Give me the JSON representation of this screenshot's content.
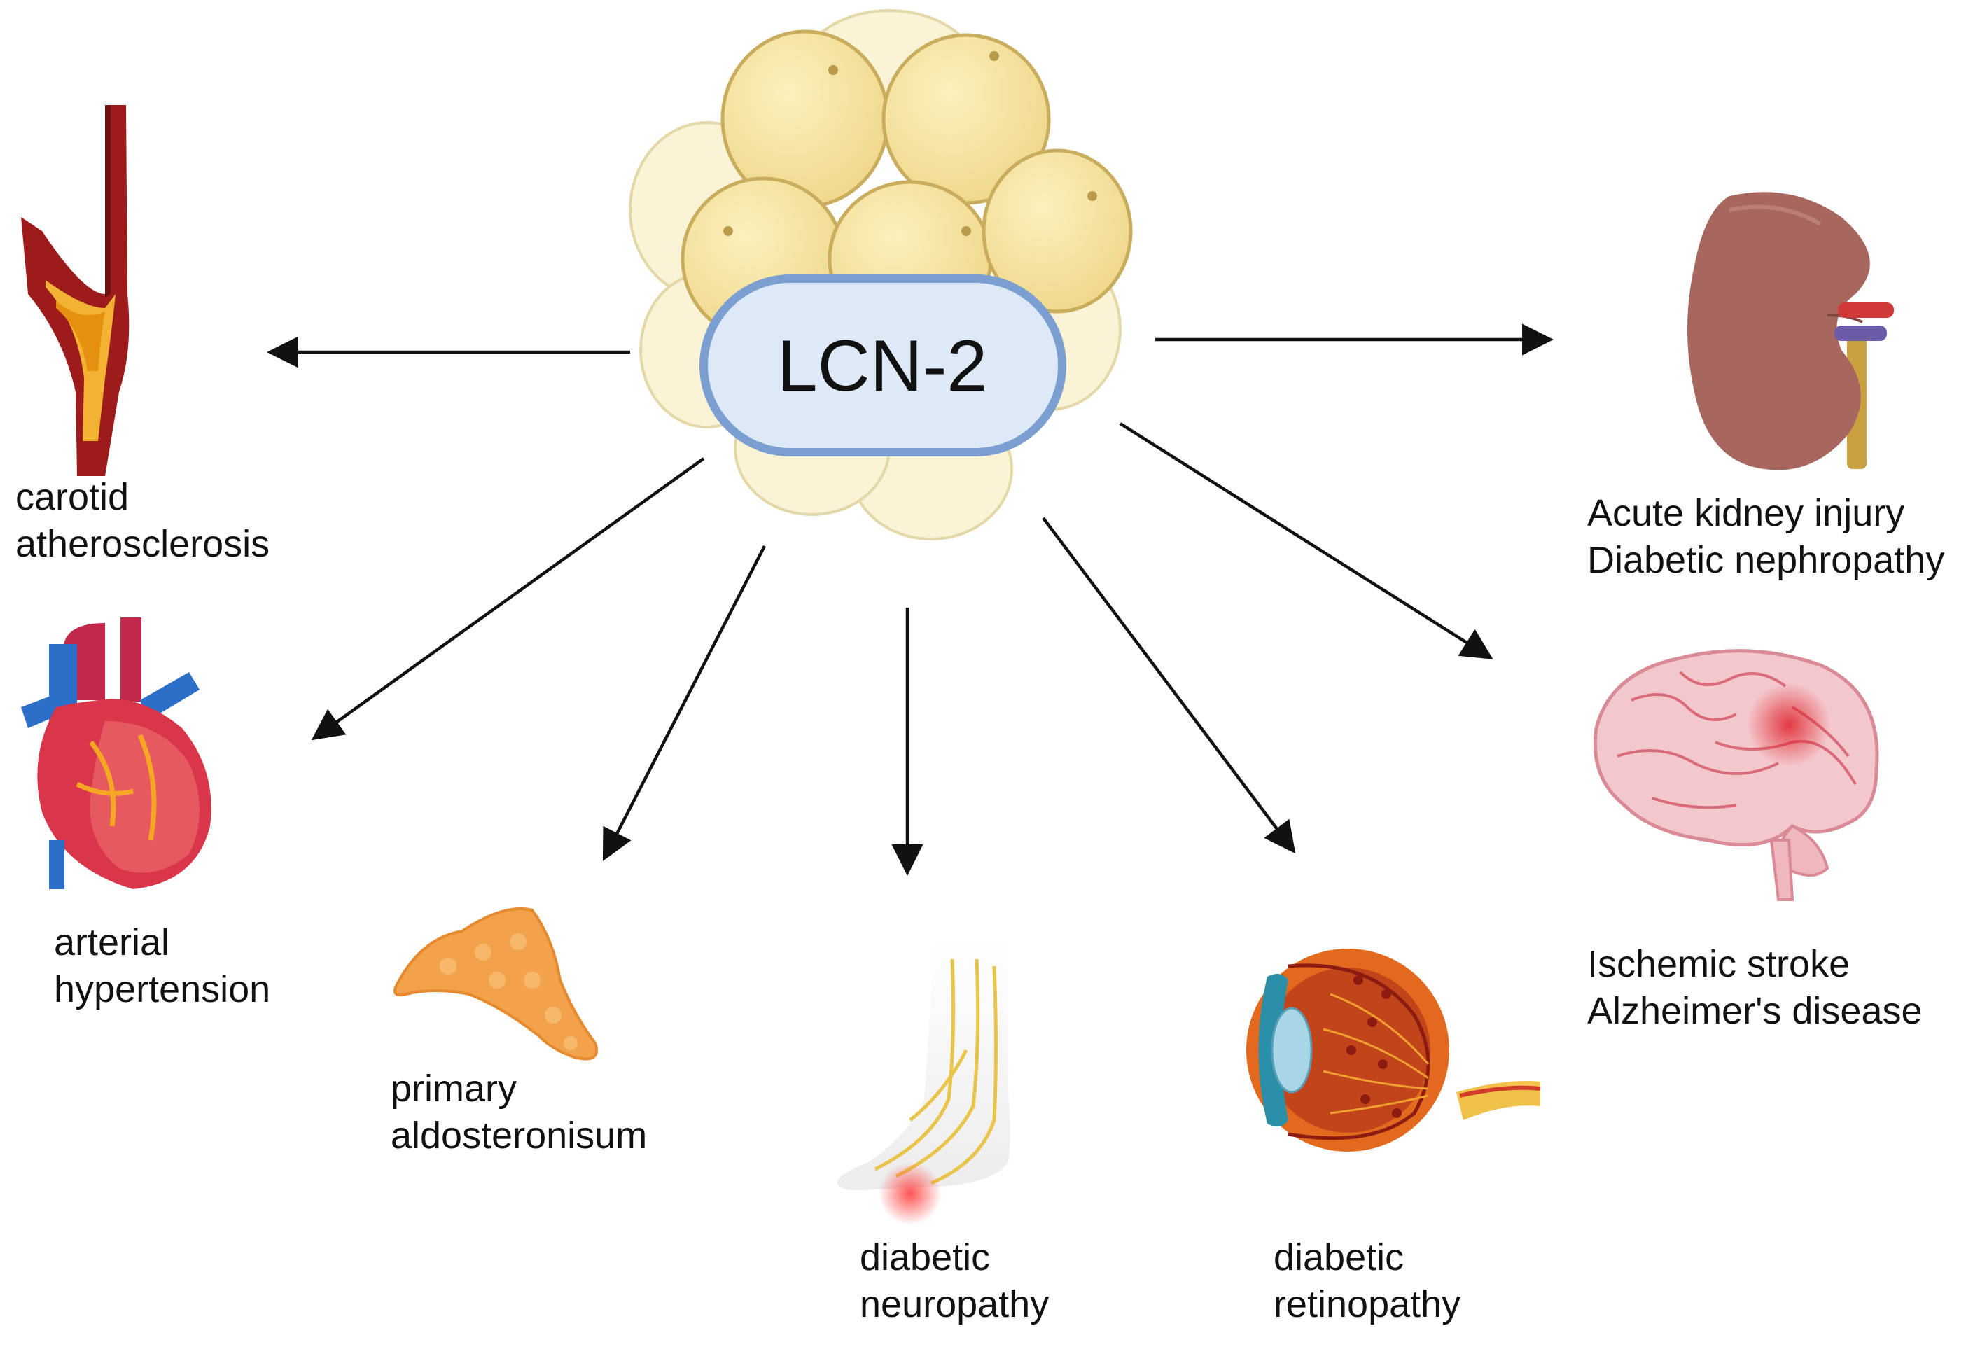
{
  "center": {
    "label": "LCN-2"
  },
  "targets": [
    {
      "id": "carotid",
      "lines": [
        "carotid",
        "atherosclerosis"
      ],
      "icon": "carotid-artery-icon"
    },
    {
      "id": "heart",
      "lines": [
        "arterial",
        "hypertension"
      ],
      "icon": "heart-icon"
    },
    {
      "id": "adrenal",
      "lines": [
        "primary",
        "aldosteronisum"
      ],
      "icon": "adrenal-gland-icon"
    },
    {
      "id": "foot",
      "lines": [
        "diabetic",
        "neuropathy"
      ],
      "icon": "foot-nerves-icon"
    },
    {
      "id": "eye",
      "lines": [
        "diabetic",
        "retinopathy"
      ],
      "icon": "eye-icon"
    },
    {
      "id": "brain",
      "lines": [
        "Ischemic stroke",
        "Alzheimer's disease"
      ],
      "icon": "brain-icon"
    },
    {
      "id": "kidney",
      "lines": [
        "Acute kidney injury",
        "Diabetic nephropathy"
      ],
      "icon": "kidney-icon"
    }
  ],
  "colors": {
    "fat_cell": "#f4e29a",
    "fat_cell_pale": "#faf3d6",
    "fat_outline": "#c9ad5c",
    "pill_fill": "#dde9f7",
    "pill_stroke": "#7a9fd0",
    "arrow": "#111111",
    "artery": "#9e1b1b",
    "plaque": "#f2b233",
    "kidney": "#a8675e",
    "brain": "#f3c8cc",
    "eye": "#e3691f",
    "adrenal": "#f2a24a",
    "nerve": "#e8c44a"
  }
}
